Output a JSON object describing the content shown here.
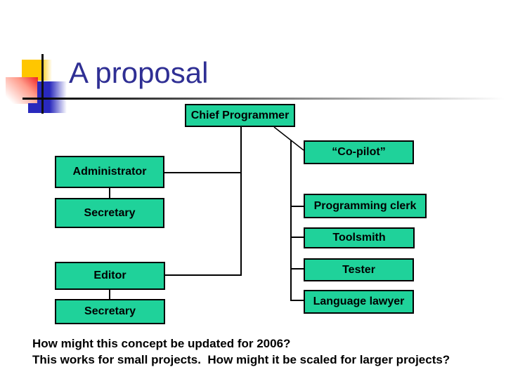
{
  "slide": {
    "title": "A proposal"
  },
  "theme": {
    "title_color": "#2F2F94",
    "box_fill": "#1FD29A",
    "box_border": "#000000",
    "accent_yellow": "#FFC600",
    "accent_red": "#EE2222",
    "accent_blue": "#2929BD"
  },
  "org_chart": {
    "boxes": {
      "chief": "Chief Programmer",
      "copilot": "“Co-pilot”",
      "administrator": "Administrator",
      "secretary_admin": "Secretary",
      "programming_clerk": "Programming clerk",
      "toolsmith": "Toolsmith",
      "editor": "Editor",
      "tester": "Tester",
      "secretary_editor": "Secretary",
      "language_lawyer": "Language lawyer"
    }
  },
  "footer": {
    "line1": "How might this concept be updated for 2006?",
    "line2": "This works for small projects.  How might it be scaled for larger projects?"
  }
}
